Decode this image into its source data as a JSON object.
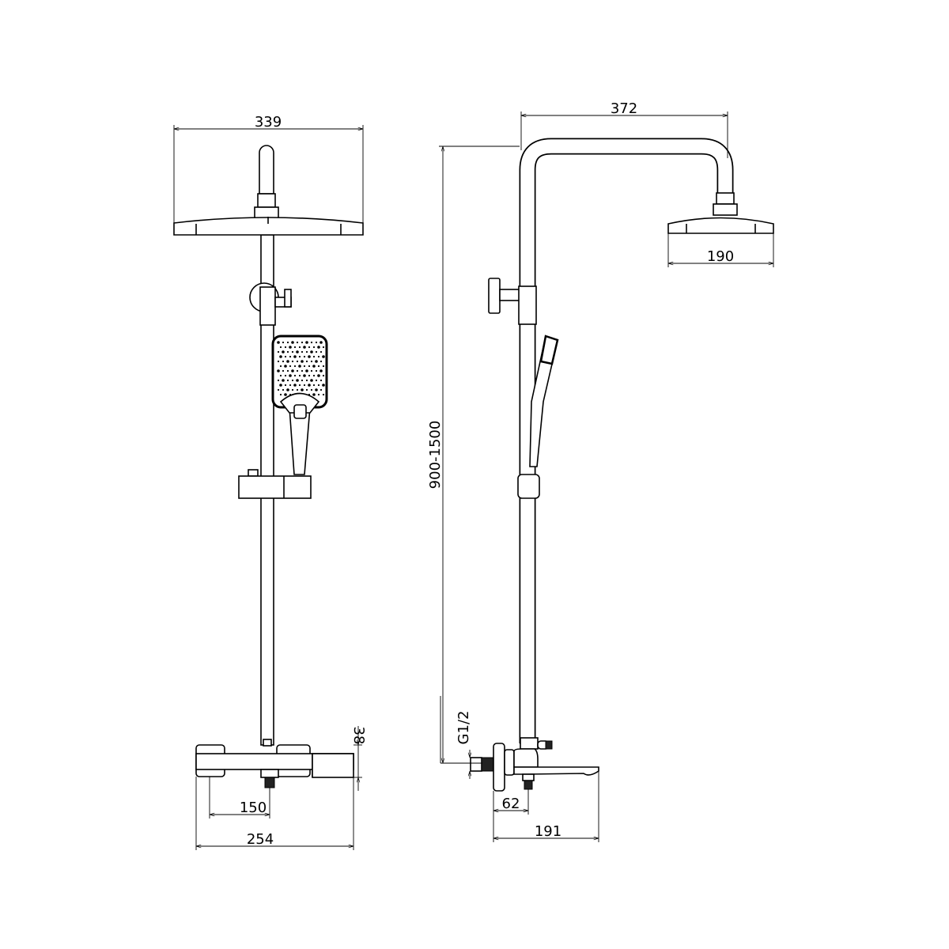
{
  "drawing": {
    "front_view": {
      "head_width": "339",
      "mixer_height": "38",
      "outlet_spacing": "150",
      "mixer_width": "254"
    },
    "side_view": {
      "arm_reach": "372",
      "head_diameter": "190",
      "height_range": "900-1500",
      "thread": "G1/2",
      "outlet_offset": "62",
      "spout_length": "191"
    }
  }
}
